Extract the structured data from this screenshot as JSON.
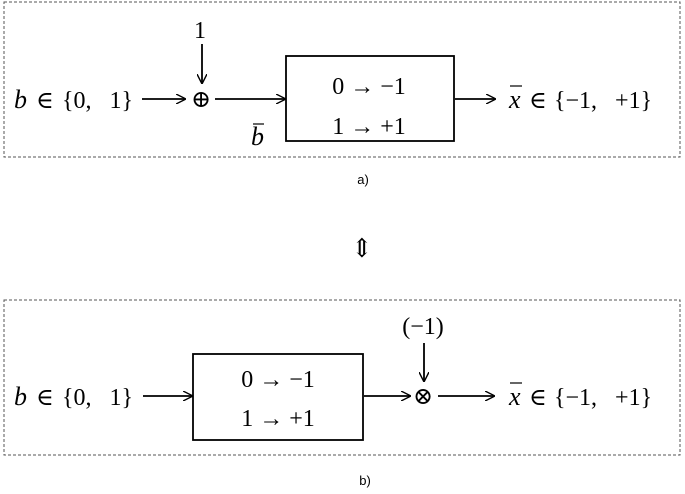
{
  "panel_a": {
    "input_set": "{0,   1}",
    "input_var": "b",
    "in_symbol": "∈",
    "xor_input": "1",
    "xor_symbol": "⊕",
    "intermediate_var": "b",
    "map_line1": "0 → −1",
    "map_line2": "1 → +1",
    "output_var": "x",
    "output_set": "{−1,   +1}",
    "caption": "a)"
  },
  "equivalence_symbol": "⇕",
  "panel_b": {
    "input_set": "{0,   1}",
    "input_var": "b",
    "in_symbol": "∈",
    "map_line1": "0 → −1",
    "map_line2": "1 → +1",
    "mult_input": "(−1)",
    "mult_symbol": "⊗",
    "output_var": "x",
    "output_set": "{−1,   +1}",
    "caption": "b)"
  }
}
